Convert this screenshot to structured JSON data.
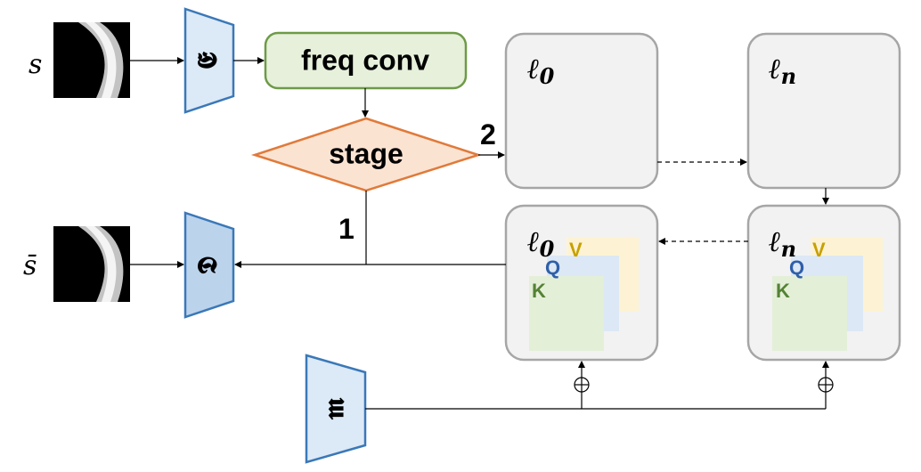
{
  "inputs": {
    "top_label": "s",
    "bottom_label": "s̄"
  },
  "encoder": {
    "symbol": "𝕰"
  },
  "decoder": {
    "symbol": "𝕯"
  },
  "mask_encoder": {
    "symbol": "𝖒"
  },
  "freq_conv": {
    "label": "freq conv"
  },
  "stage": {
    "label": "stage",
    "branch_decoder": "1",
    "branch_layers": "2"
  },
  "layers": {
    "top_left": {
      "label": "ℓ",
      "sub": "0"
    },
    "top_right": {
      "label": "ℓ",
      "sub": "n"
    },
    "bottom_left": {
      "label": "ℓ",
      "sub": "0",
      "v": "V",
      "q": "Q",
      "k": "K"
    },
    "bottom_right": {
      "label": "ℓ",
      "sub": "n",
      "v": "V",
      "q": "Q",
      "k": "K"
    }
  },
  "colors": {
    "trapezoid_fill": "#dce9f6",
    "trapezoid_stroke": "#3a78b8",
    "freq_fill": "#e6f0db",
    "freq_stroke": "#6e9a48",
    "stage_fill": "#fbe3d2",
    "stage_stroke": "#e07a3a",
    "layer_fill": "#f2f2f2",
    "layer_stroke": "#a6a6a6",
    "v_fill": "#fdf3d4",
    "q_fill": "#dce8f5",
    "k_fill": "#e4efd8",
    "v_text": "#c8a000",
    "q_text": "#2f5fa8",
    "k_text": "#548235"
  }
}
